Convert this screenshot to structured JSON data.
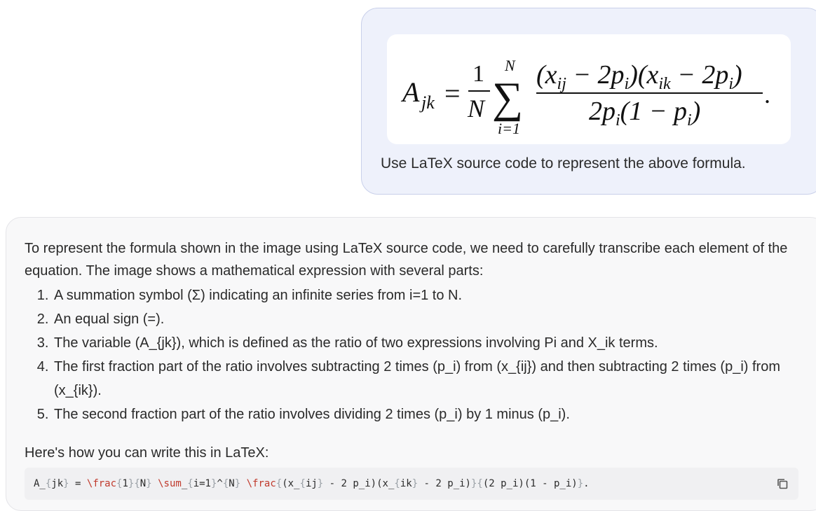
{
  "user_message": {
    "formula_image": {
      "lhs": "A",
      "lhs_sub": "jk",
      "equals": "=",
      "frac_num": "1",
      "frac_den": "N",
      "sum_upper": "N",
      "sum_lower": "i=1",
      "sum_symbol": "∑",
      "num_a": "(x",
      "num_a_sub": "ij",
      "num_b": " − 2p",
      "num_b_sub": "i",
      "num_c": ")(x",
      "num_c_sub": "ik",
      "num_d": " − 2p",
      "num_d_sub": "i",
      "num_e": ")",
      "den_a": "2p",
      "den_a_sub": "i",
      "den_b": "(1 − p",
      "den_b_sub": "i",
      "den_c": ")",
      "period": "."
    },
    "text": "Use LaTeX source code to represent the above formula."
  },
  "assistant_message": {
    "intro": "To represent the formula shown in the image using LaTeX source code, we need to carefully transcribe each element of the equation. The image shows a mathematical expression with several parts:",
    "steps": [
      "A summation symbol (Σ) indicating an infinite series from i=1 to N.",
      "An equal sign (=).",
      "The variable (A_{jk}), which is defined as the ratio of two expressions involving Pi and X_ik terms.",
      "The first fraction part of the ratio involves subtracting 2 times (p_i) from (x_{ij}) and then subtracting 2 times (p_i) from (x_{ik}).",
      "The second fraction part of the ratio involves dividing 2 times (p_i) by 1 minus (p_i)."
    ],
    "outro": "Here's how you can write this in LaTeX:",
    "code": {
      "t1": "A_",
      "t2": "{",
      "t3": "jk",
      "t4": "}",
      "t5": " = ",
      "t6": "\\frac",
      "t7": "{",
      "t8": "1",
      "t9": "}{",
      "t10": "N",
      "t11": "}",
      "t12": " ",
      "t13": "\\sum",
      "t14": "_",
      "t15": "{",
      "t16": "i=1",
      "t17": "}",
      "t18": "^",
      "t19": "{",
      "t20": "N",
      "t21": "}",
      "t22": " ",
      "t23": "\\frac",
      "t24": "{",
      "t25": "(x_",
      "t26": "{",
      "t27": "ij",
      "t28": "}",
      "t29": " - 2 p_i)(x_",
      "t30": "{",
      "t31": "ik",
      "t32": "}",
      "t33": " - 2 p_i)",
      "t34": "}{",
      "t35": "(2 p_i)(1 - p_i)",
      "t36": "}",
      "t37": "."
    },
    "copy_icon": "copy-icon"
  }
}
